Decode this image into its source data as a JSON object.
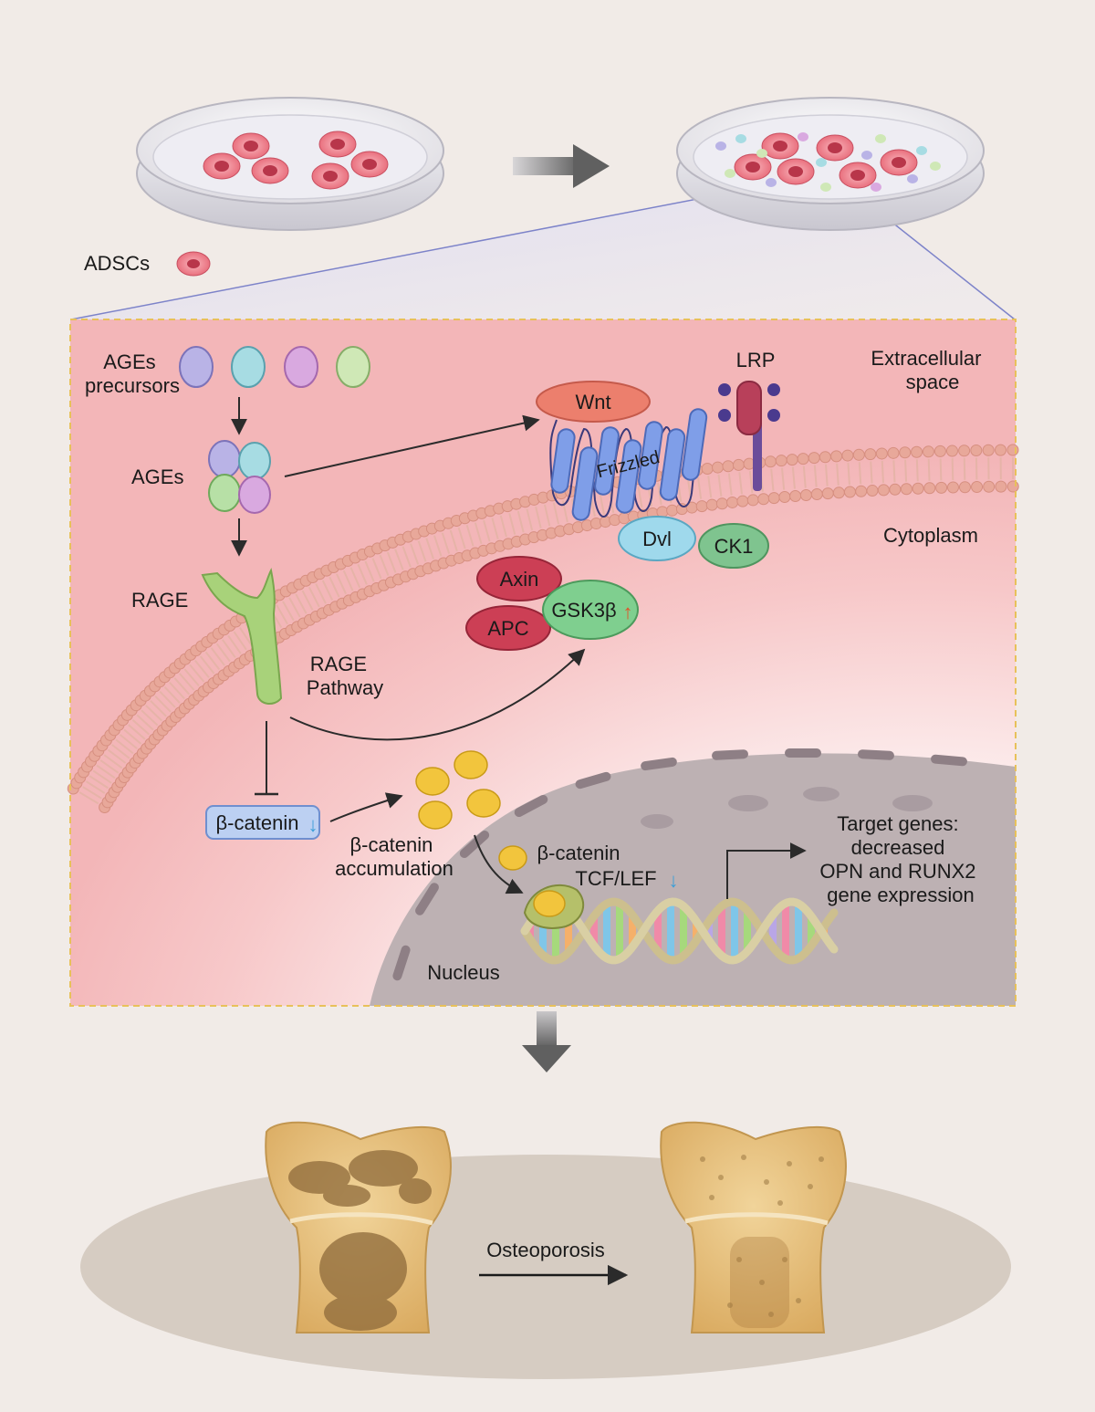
{
  "top": {
    "cell_legend_label": "ADSCs"
  },
  "panel": {
    "ages_precursors": [
      "AGEs",
      "precursors"
    ],
    "ages": "AGEs",
    "rage": "RAGE",
    "rage_pathway": [
      "RAGE",
      "Pathway"
    ],
    "wnt": "Wnt",
    "frizzled": "Frizzled",
    "lrp": "LRP",
    "extracellular": [
      "Extracellular",
      "space"
    ],
    "cytoplasm": "Cytoplasm",
    "dvl": "Dvl",
    "ck1": "CK1",
    "axin": "Axin",
    "apc": "APC",
    "gsk3b": "GSK3β",
    "gsk3b_arrow": "↑",
    "beta_catenin_box": "β-catenin",
    "beta_catenin_box_arrow": "↓",
    "accumulation": [
      "β-catenin",
      "accumulation"
    ],
    "beta_catenin_nuc": "β-catenin",
    "tcf_lef": "TCF/LEF",
    "tcf_lef_arrow": "↓",
    "target_genes": [
      "Target genes:",
      "decreased",
      "OPN and RUNX2",
      "gene expression"
    ],
    "nucleus": "Nucleus"
  },
  "bottom": {
    "transition_label": "Osteoporosis"
  },
  "colors": {
    "background": "#f1ebe7",
    "panel_bg": "#fbf2f2",
    "membrane_bead": "#e8a89a",
    "cytoplasm_pink": "#f6c9c9",
    "nucleus": "#bdb1b3",
    "nuclear_envelope": "#8e7f85",
    "wnt": "#ec7f6d",
    "frizzled": "#7f9ee8",
    "lrp": "#b8405a",
    "dvl": "#9fd9ec",
    "ck1": "#7fc48f",
    "axin": "#cc3f55",
    "gsk3b": "#7fcf8f",
    "beta_catenin": "#f2c53d",
    "up_arrow": "#e0532a",
    "down_arrow": "#3a9ed8",
    "panel_border": "#e8c15a",
    "bone": "#e8c27d"
  }
}
